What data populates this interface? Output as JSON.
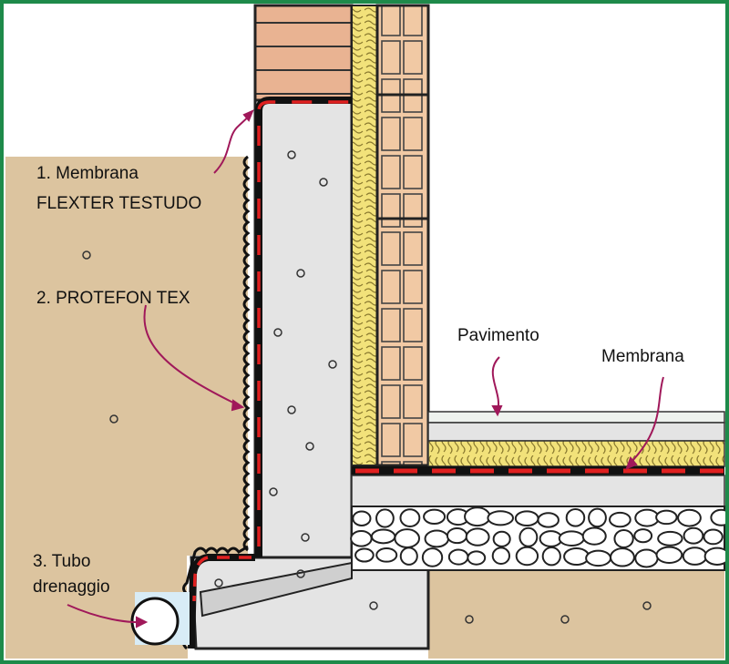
{
  "labels": {
    "membrana_1_line1": "1. Membrana",
    "membrana_1_line2": "FLEXTER TESTUDO",
    "protefon": "2. PROTEFON TEX",
    "tubo_line1": "3. Tubo",
    "tubo_line2": "drenaggio",
    "pavimento": "Pavimento",
    "membrana_floor": "Membrana"
  },
  "colors": {
    "frame": "#1e8a4a",
    "soil": "#dcc49f",
    "concrete": "#e4e4e4",
    "brick": "#e9b392",
    "hollow_brick": "#f1c9a4",
    "insulation": "#f2e27a",
    "membrane_red": "#e02020",
    "leader": "#a0185a",
    "drain": "#d8ecf6"
  }
}
